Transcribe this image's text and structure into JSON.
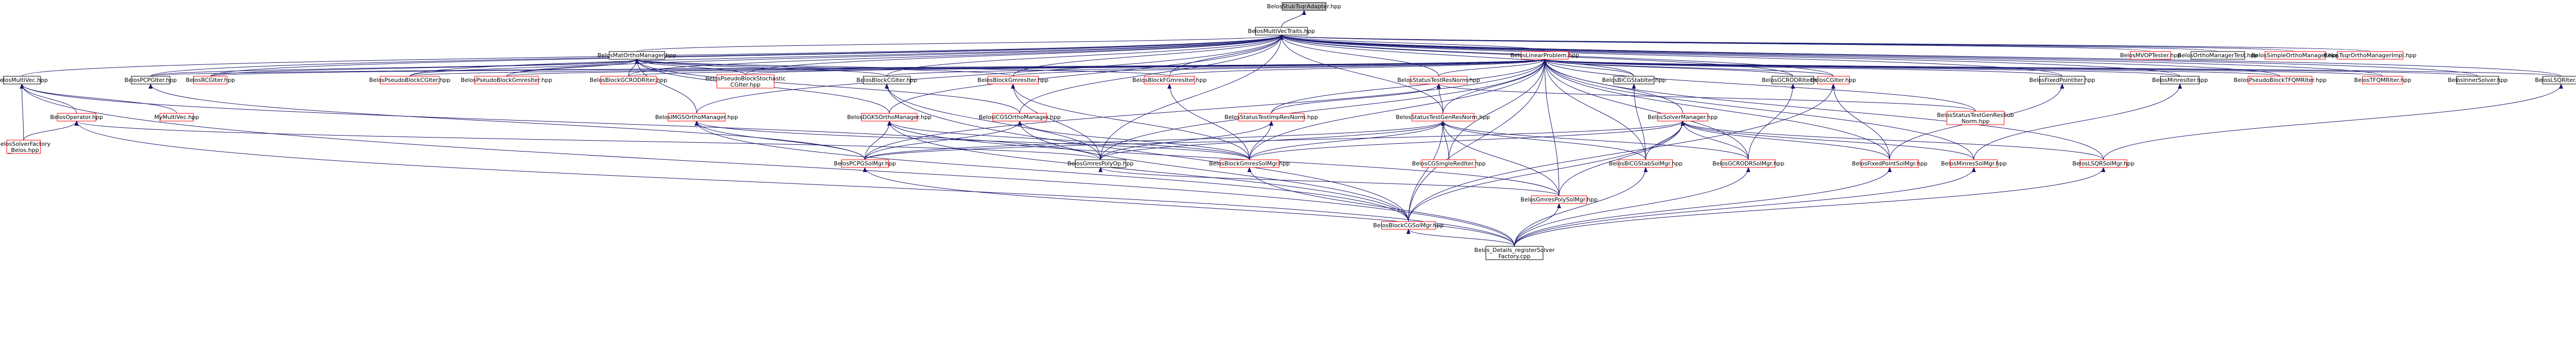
{
  "graph": {
    "colors": {
      "edge": "#191970",
      "node_border_red": "#ff0000",
      "node_border_black": "#000000",
      "root_fill": "#bfbfbf",
      "node_fill": "#ffffff",
      "text": "#000000"
    },
    "nodes": [
      {
        "id": "root",
        "lines": [
          "BelosStubTsqrAdapter.hpp"
        ],
        "border": "black",
        "fill": "root"
      },
      {
        "id": "multivectraits",
        "lines": [
          "BelosMultiVecTraits.hpp"
        ],
        "border": "black"
      },
      {
        "id": "matorthomanager",
        "lines": [
          "BelosMatOrthoManager.hpp"
        ],
        "border": "black"
      },
      {
        "id": "linearproblem",
        "lines": [
          "BelosLinearProblem.hpp"
        ],
        "border": "red"
      },
      {
        "id": "multivec",
        "lines": [
          "BelosMultiVec.hpp"
        ],
        "border": "black"
      },
      {
        "id": "pcpgiter",
        "lines": [
          "BelosPCPGIter.hpp"
        ],
        "border": "black"
      },
      {
        "id": "rcgiter",
        "lines": [
          "BelosRCGIter.hpp"
        ],
        "border": "red"
      },
      {
        "id": "pseudoblockcgiter",
        "lines": [
          "BelosPseudoBlockCGIter.hpp"
        ],
        "border": "red"
      },
      {
        "id": "pseudoblockgmresiter",
        "lines": [
          "BelosPseudoBlockGmresIter.hpp"
        ],
        "border": "red"
      },
      {
        "id": "blockgcrodriter",
        "lines": [
          "BelosBlockGCRODRIter.hpp"
        ],
        "border": "red"
      },
      {
        "id": "pseudoblockstochasticcgiter",
        "lines": [
          "BelosPseudoBlockStochastic",
          "CGIter.hpp"
        ],
        "border": "red"
      },
      {
        "id": "blockcgiter",
        "lines": [
          "BelosBlockCGIter.hpp"
        ],
        "border": "black"
      },
      {
        "id": "blockgmresiter",
        "lines": [
          "BelosBlockGmresIter.hpp"
        ],
        "border": "red"
      },
      {
        "id": "blockfgmresiter",
        "lines": [
          "BelosBlockFGmresIter.hpp"
        ],
        "border": "red"
      },
      {
        "id": "statustestresnorm",
        "lines": [
          "BelosStatusTestResNorm.hpp"
        ],
        "border": "red"
      },
      {
        "id": "bicgstabiter",
        "lines": [
          "BelosBiCGStabIter.hpp"
        ],
        "border": "black"
      },
      {
        "id": "gcrodriter",
        "lines": [
          "BelosGCRODRIter.hpp"
        ],
        "border": "black"
      },
      {
        "id": "cgiter",
        "lines": [
          "BelosCGIter.hpp"
        ],
        "border": "red"
      },
      {
        "id": "fixedpointiter",
        "lines": [
          "BelosFixedPointIter.hpp"
        ],
        "border": "black"
      },
      {
        "id": "minresiter",
        "lines": [
          "BelosMinresIter.hpp"
        ],
        "border": "black"
      },
      {
        "id": "pseudoblocktfqmriter",
        "lines": [
          "BelosPseudoBlockTFQMRIter.hpp"
        ],
        "border": "red"
      },
      {
        "id": "tfqmriter",
        "lines": [
          "BelosTFQMRIter.hpp"
        ],
        "border": "red"
      },
      {
        "id": "innersolver",
        "lines": [
          "BelosInnerSolver.hpp"
        ],
        "border": "black"
      },
      {
        "id": "lsqriter",
        "lines": [
          "BelosLSQRIter.hpp"
        ],
        "border": "black"
      },
      {
        "id": "mvopttester",
        "lines": [
          "BelosMVOPTester.hpp"
        ],
        "border": "red"
      },
      {
        "id": "orthomanagertest",
        "lines": [
          "BelosOrthoManagerTest.hpp"
        ],
        "border": "black"
      },
      {
        "id": "simpleorthomanager",
        "lines": [
          "BelosSimpleOrthoManager.hpp"
        ],
        "border": "red"
      },
      {
        "id": "tsqrorthomanagerimpl",
        "lines": [
          "BelosTsqrOrthoManagerImpl.hpp"
        ],
        "border": "red"
      },
      {
        "id": "operator",
        "lines": [
          "BelosOperator.hpp"
        ],
        "border": "red"
      },
      {
        "id": "mymultivec",
        "lines": [
          "MyMultiVec.hpp"
        ],
        "border": "red"
      },
      {
        "id": "imgsorthomanager",
        "lines": [
          "BelosIMGSOrthoManager.hpp"
        ],
        "border": "red"
      },
      {
        "id": "dgksorthomanager",
        "lines": [
          "BelosDGKSOrthoManager.hpp"
        ],
        "border": "red"
      },
      {
        "id": "icgsorthomanager",
        "lines": [
          "BelosICGSOrthoManager.hpp"
        ],
        "border": "red"
      },
      {
        "id": "statustestimpresnorm",
        "lines": [
          "BelosStatusTestImpResNorm.hpp"
        ],
        "border": "red"
      },
      {
        "id": "statustestgenresnorm",
        "lines": [
          "BelosStatusTestGenResNorm.hpp"
        ],
        "border": "red"
      },
      {
        "id": "solvermanager",
        "lines": [
          "BelosSolverManager.hpp"
        ],
        "border": "red"
      },
      {
        "id": "statustestgenressubnorm",
        "lines": [
          "BelosStatusTestGenResSub",
          "Norm.hpp"
        ],
        "border": "red"
      },
      {
        "id": "solverfactorybase",
        "lines": [
          "BelosSolverFactory",
          "_Belos.hpp"
        ],
        "border": "red"
      },
      {
        "id": "pcpgsolmgr",
        "lines": [
          "BelosPCPGSolMgr.hpp"
        ],
        "border": "red"
      },
      {
        "id": "gmrespolyop",
        "lines": [
          "BelosGmresPolyOp.hpp"
        ],
        "border": "black"
      },
      {
        "id": "blockgmressolmgr",
        "lines": [
          "BelosBlockGmresSolMgr.hpp"
        ],
        "border": "red"
      },
      {
        "id": "cgsinglerediter",
        "lines": [
          "BelosCGSingleRedIter.hpp"
        ],
        "border": "red"
      },
      {
        "id": "bicgstabsolmgr",
        "lines": [
          "BelosBiCGStabSolMgr.hpp"
        ],
        "border": "red"
      },
      {
        "id": "gcrodrsolmgr",
        "lines": [
          "BelosGCRODRSolMgr.hpp"
        ],
        "border": "red"
      },
      {
        "id": "fixedpointsolmgr",
        "lines": [
          "BelosFixedPointSolMgr.hpp"
        ],
        "border": "red"
      },
      {
        "id": "minressolmgr",
        "lines": [
          "BelosMinresSolMgr.hpp"
        ],
        "border": "red"
      },
      {
        "id": "lsqrsolmgr",
        "lines": [
          "BelosLSQRSolMgr.hpp"
        ],
        "border": "red"
      },
      {
        "id": "gmrespolysolmgr",
        "lines": [
          "BelosGmresPolySolMgr.hpp"
        ],
        "border": "red"
      },
      {
        "id": "blockcgsolmgr",
        "lines": [
          "BelosBlockCGSolMgr.hpp"
        ],
        "border": "red"
      },
      {
        "id": "detailsregistersolverfactory",
        "lines": [
          "Belos_Details_registerSolver",
          "Factory.cpp"
        ],
        "border": "black"
      }
    ],
    "edges": [
      [
        "root",
        "multivectraits"
      ],
      [
        "multivectraits",
        "matorthomanager"
      ],
      [
        "multivectraits",
        "linearproblem"
      ],
      [
        "multivectraits",
        "multivec"
      ],
      [
        "multivectraits",
        "pcpgiter"
      ],
      [
        "multivectraits",
        "rcgiter"
      ],
      [
        "multivectraits",
        "pseudoblockcgiter"
      ],
      [
        "multivectraits",
        "pseudoblockgmresiter"
      ],
      [
        "multivectraits",
        "blockgcrodriter"
      ],
      [
        "multivectraits",
        "pseudoblockstochasticcgiter"
      ],
      [
        "multivectraits",
        "blockcgiter"
      ],
      [
        "multivectraits",
        "blockgmresiter"
      ],
      [
        "multivectraits",
        "blockfgmresiter"
      ],
      [
        "multivectraits",
        "statustestresnorm"
      ],
      [
        "multivectraits",
        "bicgstabiter"
      ],
      [
        "multivectraits",
        "gcrodriter"
      ],
      [
        "multivectraits",
        "cgiter"
      ],
      [
        "multivectraits",
        "fixedpointiter"
      ],
      [
        "multivectraits",
        "minresiter"
      ],
      [
        "multivectraits",
        "pseudoblocktfqmriter"
      ],
      [
        "multivectraits",
        "tfqmriter"
      ],
      [
        "multivectraits",
        "innersolver"
      ],
      [
        "multivectraits",
        "lsqriter"
      ],
      [
        "multivectraits",
        "mvopttester"
      ],
      [
        "multivectraits",
        "orthomanagertest"
      ],
      [
        "multivectraits",
        "simpleorthomanager"
      ],
      [
        "multivectraits",
        "tsqrorthomanagerimpl"
      ],
      [
        "multivectraits",
        "imgsorthomanager"
      ],
      [
        "multivectraits",
        "dgksorthomanager"
      ],
      [
        "multivectraits",
        "icgsorthomanager"
      ],
      [
        "multivectraits",
        "gmrespolyop"
      ],
      [
        "multivectraits",
        "statustestgenresnorm"
      ],
      [
        "matorthomanager",
        "pcpgiter"
      ],
      [
        "matorthomanager",
        "rcgiter"
      ],
      [
        "matorthomanager",
        "pseudoblockcgiter"
      ],
      [
        "matorthomanager",
        "pseudoblockgmresiter"
      ],
      [
        "matorthomanager",
        "blockgcrodriter"
      ],
      [
        "matorthomanager",
        "pseudoblockstochasticcgiter"
      ],
      [
        "matorthomanager",
        "blockcgiter"
      ],
      [
        "matorthomanager",
        "blockgmresiter"
      ],
      [
        "matorthomanager",
        "blockfgmresiter"
      ],
      [
        "matorthomanager",
        "imgsorthomanager"
      ],
      [
        "matorthomanager",
        "dgksorthomanager"
      ],
      [
        "matorthomanager",
        "icgsorthomanager"
      ],
      [
        "linearproblem",
        "pcpgiter"
      ],
      [
        "linearproblem",
        "rcgiter"
      ],
      [
        "linearproblem",
        "pseudoblockcgiter"
      ],
      [
        "linearproblem",
        "pseudoblockgmresiter"
      ],
      [
        "linearproblem",
        "blockgcrodriter"
      ],
      [
        "linearproblem",
        "pseudoblockstochasticcgiter"
      ],
      [
        "linearproblem",
        "blockcgiter"
      ],
      [
        "linearproblem",
        "blockgmresiter"
      ],
      [
        "linearproblem",
        "blockfgmresiter"
      ],
      [
        "linearproblem",
        "statustestresnorm"
      ],
      [
        "linearproblem",
        "bicgstabiter"
      ],
      [
        "linearproblem",
        "gcrodriter"
      ],
      [
        "linearproblem",
        "cgiter"
      ],
      [
        "linearproblem",
        "fixedpointiter"
      ],
      [
        "linearproblem",
        "minresiter"
      ],
      [
        "linearproblem",
        "pseudoblocktfqmriter"
      ],
      [
        "linearproblem",
        "tfqmriter"
      ],
      [
        "linearproblem",
        "innersolver"
      ],
      [
        "linearproblem",
        "lsqriter"
      ],
      [
        "linearproblem",
        "statustestimpresnorm"
      ],
      [
        "linearproblem",
        "statustestgenresnorm"
      ],
      [
        "linearproblem",
        "solvermanager"
      ],
      [
        "linearproblem",
        "statustestgenressubnorm"
      ],
      [
        "linearproblem",
        "gmrespolyop"
      ],
      [
        "linearproblem",
        "blockgmressolmgr"
      ],
      [
        "linearproblem",
        "cgsinglerediter"
      ],
      [
        "linearproblem",
        "bicgstabsolmgr"
      ],
      [
        "linearproblem",
        "gcrodrsolmgr"
      ],
      [
        "linearproblem",
        "fixedpointsolmgr"
      ],
      [
        "linearproblem",
        "minressolmgr"
      ],
      [
        "linearproblem",
        "lsqrsolmgr"
      ],
      [
        "linearproblem",
        "gmrespolysolmgr"
      ],
      [
        "linearproblem",
        "blockcgsolmgr"
      ],
      [
        "linearproblem",
        "pcpgsolmgr"
      ],
      [
        "multivec",
        "operator"
      ],
      [
        "multivec",
        "mymultivec"
      ],
      [
        "multivec",
        "solverfactorybase"
      ],
      [
        "multivec",
        "gmrespolyop"
      ],
      [
        "multivec",
        "detailsregistersolverfactory"
      ],
      [
        "operator",
        "solverfactorybase"
      ],
      [
        "operator",
        "gmrespolyop"
      ],
      [
        "operator",
        "detailsregistersolverfactory"
      ],
      [
        "pcpgiter",
        "pcpgsolmgr"
      ],
      [
        "blockcgiter",
        "gmrespolyop"
      ],
      [
        "blockcgiter",
        "blockcgsolmgr"
      ],
      [
        "blockgmresiter",
        "gmrespolyop"
      ],
      [
        "blockgmresiter",
        "blockgmressolmgr"
      ],
      [
        "blockfgmresiter",
        "blockgmressolmgr"
      ],
      [
        "statustestresnorm",
        "statustestimpresnorm"
      ],
      [
        "statustestresnorm",
        "statustestgenresnorm"
      ],
      [
        "statustestresnorm",
        "statustestgenressubnorm"
      ],
      [
        "statustestimpresnorm",
        "gmrespolyop"
      ],
      [
        "statustestimpresnorm",
        "blockgmressolmgr"
      ],
      [
        "statustestgenresnorm",
        "gmrespolyop"
      ],
      [
        "statustestgenresnorm",
        "blockgmressolmgr"
      ],
      [
        "statustestgenresnorm",
        "cgsinglerediter"
      ],
      [
        "statustestgenresnorm",
        "bicgstabsolmgr"
      ],
      [
        "statustestgenresnorm",
        "gcrodrsolmgr"
      ],
      [
        "statustestgenresnorm",
        "blockcgsolmgr"
      ],
      [
        "statustestgenresnorm",
        "pcpgsolmgr"
      ],
      [
        "statustestgenresnorm",
        "gmrespolysolmgr"
      ],
      [
        "solvermanager",
        "blockgmressolmgr"
      ],
      [
        "solvermanager",
        "bicgstabsolmgr"
      ],
      [
        "solvermanager",
        "gcrodrsolmgr"
      ],
      [
        "solvermanager",
        "fixedpointsolmgr"
      ],
      [
        "solvermanager",
        "minressolmgr"
      ],
      [
        "solvermanager",
        "lsqrsolmgr"
      ],
      [
        "solvermanager",
        "gmrespolysolmgr"
      ],
      [
        "solvermanager",
        "blockcgsolmgr"
      ],
      [
        "solvermanager",
        "pcpgsolmgr"
      ],
      [
        "bicgstabiter",
        "bicgstabsolmgr"
      ],
      [
        "gcrodriter",
        "gcrodrsolmgr"
      ],
      [
        "cgiter",
        "fixedpointsolmgr"
      ],
      [
        "cgiter",
        "blockcgsolmgr"
      ],
      [
        "fixedpointiter",
        "fixedpointsolmgr"
      ],
      [
        "minresiter",
        "minressolmgr"
      ],
      [
        "lsqriter",
        "lsqrsolmgr"
      ],
      [
        "imgsorthomanager",
        "pcpgsolmgr"
      ],
      [
        "imgsorthomanager",
        "blockgmressolmgr"
      ],
      [
        "imgsorthomanager",
        "blockcgsolmgr"
      ],
      [
        "dgksorthomanager",
        "pcpgsolmgr"
      ],
      [
        "dgksorthomanager",
        "blockgmressolmgr"
      ],
      [
        "dgksorthomanager",
        "gmrespolysolmgr"
      ],
      [
        "dgksorthomanager",
        "blockcgsolmgr"
      ],
      [
        "icgsorthomanager",
        "pcpgsolmgr"
      ],
      [
        "icgsorthomanager",
        "blockgmressolmgr"
      ],
      [
        "icgsorthomanager",
        "blockcgsolmgr"
      ],
      [
        "gmrespolyop",
        "gmrespolysolmgr"
      ],
      [
        "pcpgsolmgr",
        "detailsregistersolverfactory"
      ],
      [
        "blockgmressolmgr",
        "detailsregistersolverfactory"
      ],
      [
        "bicgstabsolmgr",
        "detailsregistersolverfactory"
      ],
      [
        "gcrodrsolmgr",
        "detailsregistersolverfactory"
      ],
      [
        "fixedpointsolmgr",
        "detailsregistersolverfactory"
      ],
      [
        "minressolmgr",
        "detailsregistersolverfactory"
      ],
      [
        "lsqrsolmgr",
        "detailsregistersolverfactory"
      ],
      [
        "gmrespolysolmgr",
        "detailsregistersolverfactory"
      ],
      [
        "blockcgsolmgr",
        "detailsregistersolverfactory"
      ]
    ]
  }
}
